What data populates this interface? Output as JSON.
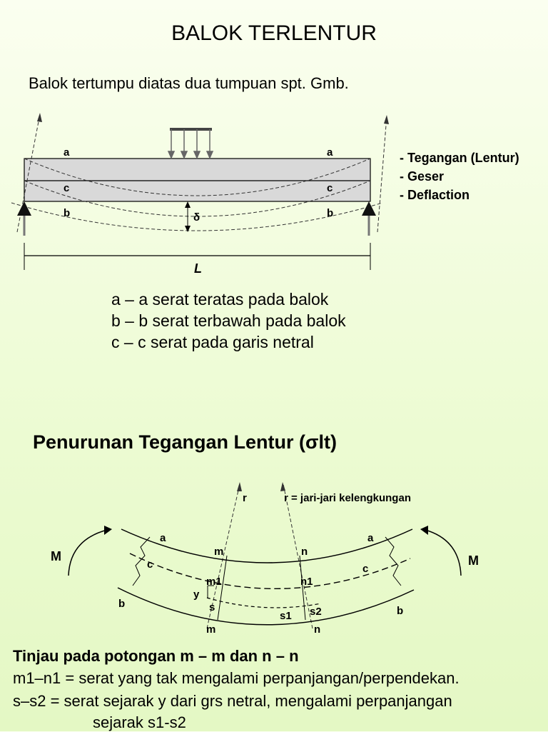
{
  "title": "BALOK TERLENTUR",
  "intro": "Balok tertumpu diatas dua tumpuan spt. Gmb.",
  "effects": [
    "- Tegangan (Lentur)",
    "- Geser",
    "- Deflaction"
  ],
  "beam_labels": {
    "a": "a",
    "b": "b",
    "c": "c",
    "delta": "δ",
    "span": "L"
  },
  "legend": [
    "a – a  serat teratas pada balok",
    "b – b  serat terbawah pada balok",
    "c – c  serat pada garis netral"
  ],
  "section2_title": "Penurunan Tegangan Lentur  (σlt)",
  "bend_labels": {
    "r": "r",
    "r_note": "r =  jari-jari kelengkungan",
    "M": "M",
    "a": "a",
    "b": "b",
    "c": "c",
    "m": "m",
    "n": "n",
    "m1": "m1",
    "n1": "n1",
    "y": "y",
    "s": "s",
    "s1": "s1",
    "s2": "s2"
  },
  "tinjau": "Tinjau pada potongan  m – m  dan  n – n",
  "def1": "m1–n1  = serat yang tak mengalami perpanjangan/perpendekan.",
  "def2": "s–s2     = serat sejarak y dari grs netral, mengalami perpanjangan",
  "def2b": "sejarak s1-s2"
}
